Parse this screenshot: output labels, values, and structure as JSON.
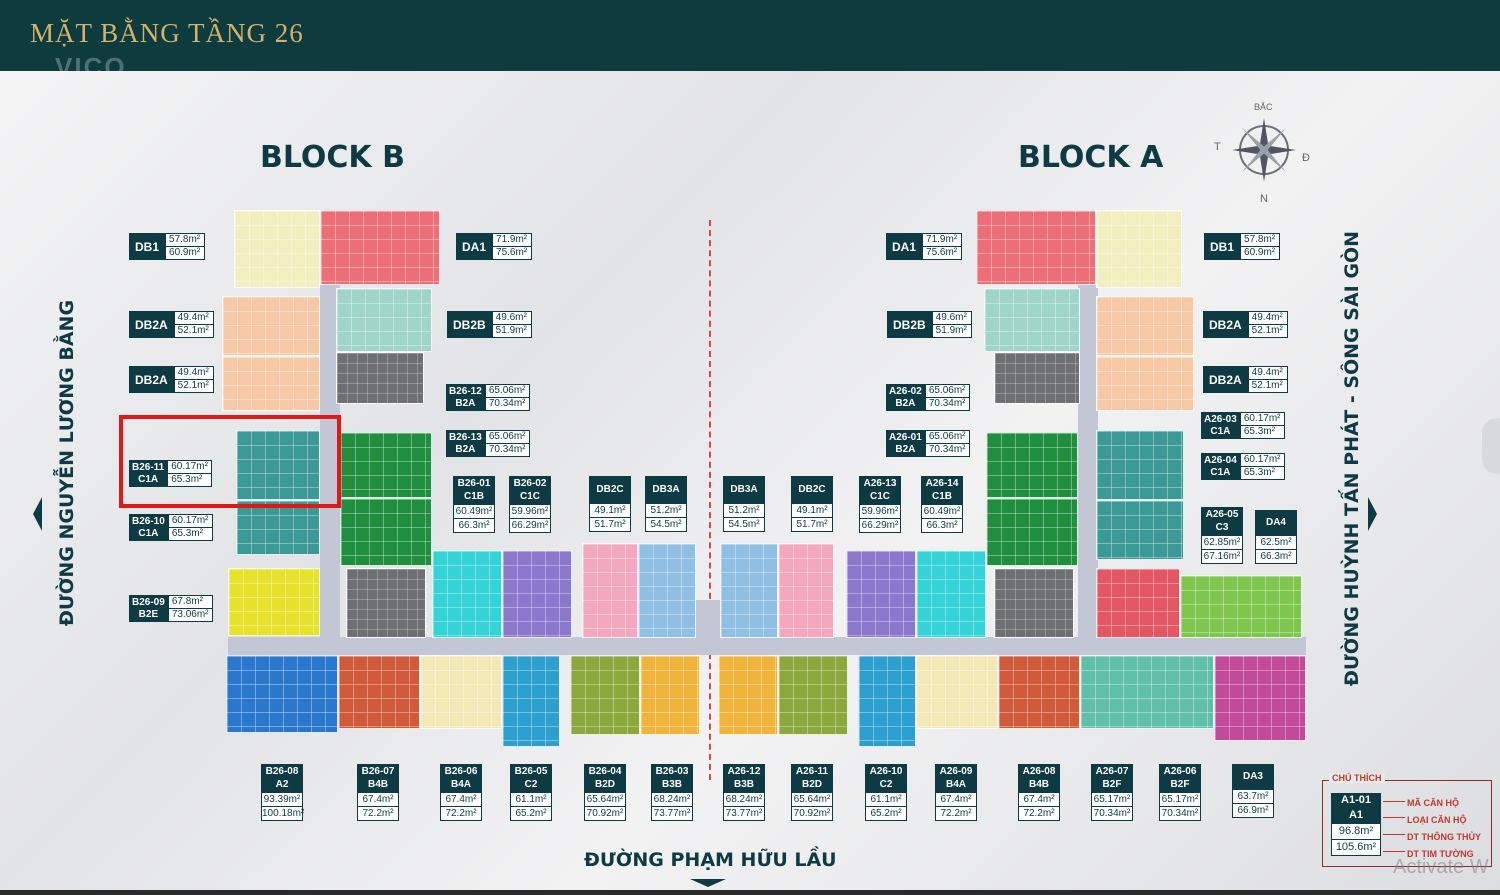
{
  "header": {
    "title": "MẶT BẰNG TẦNG 26",
    "logo": "VICO"
  },
  "blocks": {
    "b": "BLOCK B",
    "a": "BLOCK A"
  },
  "roads": {
    "left": "ĐƯỜNG NGUYỄN LƯƠNG BẰNG",
    "right": "ĐƯỜNG HUỲNH TẤN PHÁT - SÔNG SÀI GÒN",
    "bottom": "ĐƯỜNG PHẠM HỮU LẦU"
  },
  "compass": {
    "n": "BẮC",
    "s": "N",
    "e": "Đ",
    "w": "T"
  },
  "left_labels": [
    {
      "code": "DB1",
      "a1": "57.8m²",
      "a2": "60.9m²"
    },
    {
      "code": "DA1",
      "a1": "71.9m²",
      "a2": "75.6m²"
    },
    {
      "code": "DB2A",
      "a1": "49.4m²",
      "a2": "52.1m²"
    },
    {
      "code": "DB2B",
      "a1": "49.6m²",
      "a2": "51.9m²"
    },
    {
      "code": "DB2A",
      "a1": "49.4m²",
      "a2": "52.1m²"
    },
    {
      "code": "B26-12",
      "type": "B2A",
      "a1": "65.06m²",
      "a2": "70.34m²"
    },
    {
      "code": "B26-13",
      "type": "B2A",
      "a1": "65.06m²",
      "a2": "70.34m²"
    },
    {
      "code": "B26-11",
      "type": "C1A",
      "a1": "60.17m²",
      "a2": "65.3m²"
    },
    {
      "code": "B26-10",
      "type": "C1A",
      "a1": "60.17m²",
      "a2": "65.3m²"
    },
    {
      "code": "B26-09",
      "type": "B2E",
      "a1": "67.8m²",
      "a2": "73.06m²"
    }
  ],
  "right_labels": [
    {
      "code": "DA1",
      "a1": "71.9m²",
      "a2": "75.6m²"
    },
    {
      "code": "DB1",
      "a1": "57.8m²",
      "a2": "60.9m²"
    },
    {
      "code": "DB2B",
      "a1": "49.6m²",
      "a2": "51.9m²"
    },
    {
      "code": "DB2A",
      "a1": "49.4m²",
      "a2": "52.1m²"
    },
    {
      "code": "DB2A",
      "a1": "49.4m²",
      "a2": "52.1m²"
    },
    {
      "code": "A26-02",
      "type": "B2A",
      "a1": "65.06m²",
      "a2": "70.34m²"
    },
    {
      "code": "A26-01",
      "type": "B2A",
      "a1": "65.06m²",
      "a2": "70.34m²"
    },
    {
      "code": "A26-03",
      "type": "C1A",
      "a1": "60.17m²",
      "a2": "65.3m²"
    },
    {
      "code": "A26-04",
      "type": "C1A",
      "a1": "60.17m²",
      "a2": "65.3m²"
    }
  ],
  "mid_labels": [
    {
      "code": "B26-01",
      "type": "C1B",
      "a1": "60.49m²",
      "a2": "66.3m²"
    },
    {
      "code": "B26-02",
      "type": "C1C",
      "a1": "59.96m²",
      "a2": "66.29m²"
    },
    {
      "code": "DB2C",
      "type": "",
      "a1": "49.1m²",
      "a2": "51.7m²"
    },
    {
      "code": "DB3A",
      "type": "",
      "a1": "51.2m²",
      "a2": "54.5m²"
    },
    {
      "code": "DB3A",
      "type": "",
      "a1": "51.2m²",
      "a2": "54.5m²"
    },
    {
      "code": "DB2C",
      "type": "",
      "a1": "49.1m²",
      "a2": "51.7m²"
    },
    {
      "code": "A26-13",
      "type": "C1C",
      "a1": "59.96m²",
      "a2": "66.29m²"
    },
    {
      "code": "A26-14",
      "type": "C1B",
      "a1": "60.49m²",
      "a2": "66.3m²"
    },
    {
      "code": "A26-05",
      "type": "C3",
      "a1": "62.85m²",
      "a2": "67.16m²"
    },
    {
      "code": "DA4",
      "type": "",
      "a1": "62.5m²",
      "a2": "66.3m²"
    }
  ],
  "bottom_labels": [
    {
      "code": "B26-08",
      "type": "A2",
      "a1": "93.39m²",
      "a2": "100.18m²"
    },
    {
      "code": "B26-07",
      "type": "B4B",
      "a1": "67.4m²",
      "a2": "72.2m²"
    },
    {
      "code": "B26-06",
      "type": "B4A",
      "a1": "67.4m²",
      "a2": "72.2m²"
    },
    {
      "code": "B26-05",
      "type": "C2",
      "a1": "61.1m²",
      "a2": "65.2m²"
    },
    {
      "code": "B26-04",
      "type": "B2D",
      "a1": "65.64m²",
      "a2": "70.92m²"
    },
    {
      "code": "B26-03",
      "type": "B3B",
      "a1": "68.24m²",
      "a2": "73.77m²"
    },
    {
      "code": "A26-12",
      "type": "B3B",
      "a1": "68.24m²",
      "a2": "73.77m²"
    },
    {
      "code": "A26-11",
      "type": "B2D",
      "a1": "65.64m²",
      "a2": "70.92m²"
    },
    {
      "code": "A26-10",
      "type": "C2",
      "a1": "61.1m²",
      "a2": "65.2m²"
    },
    {
      "code": "A26-09",
      "type": "B4A",
      "a1": "67.4m²",
      "a2": "72.2m²"
    },
    {
      "code": "A26-08",
      "type": "B4B",
      "a1": "67.4m²",
      "a2": "72.2m²"
    },
    {
      "code": "A26-07",
      "type": "B2F",
      "a1": "65.17m²",
      "a2": "70.34m²"
    },
    {
      "code": "A26-06",
      "type": "B2F",
      "a1": "65.17m²",
      "a2": "70.34m²"
    },
    {
      "code": "DA3",
      "type": "",
      "a1": "63.7m²",
      "a2": "66.9m²"
    }
  ],
  "legend": {
    "title": "CHÚ THÍCH",
    "code": "A1-01",
    "type": "A1",
    "a1": "96.8m²",
    "a2": "105.6m²",
    "items": [
      "MÃ CĂN HỘ",
      "LOẠI CĂN HỘ",
      "DT THÔNG THỦY",
      "DT TIM TƯỜNG"
    ]
  },
  "watermark": "Activate W",
  "colors": {
    "header": "#0d3b3e",
    "label": "#0e3b43",
    "highlight": "#e01818"
  }
}
